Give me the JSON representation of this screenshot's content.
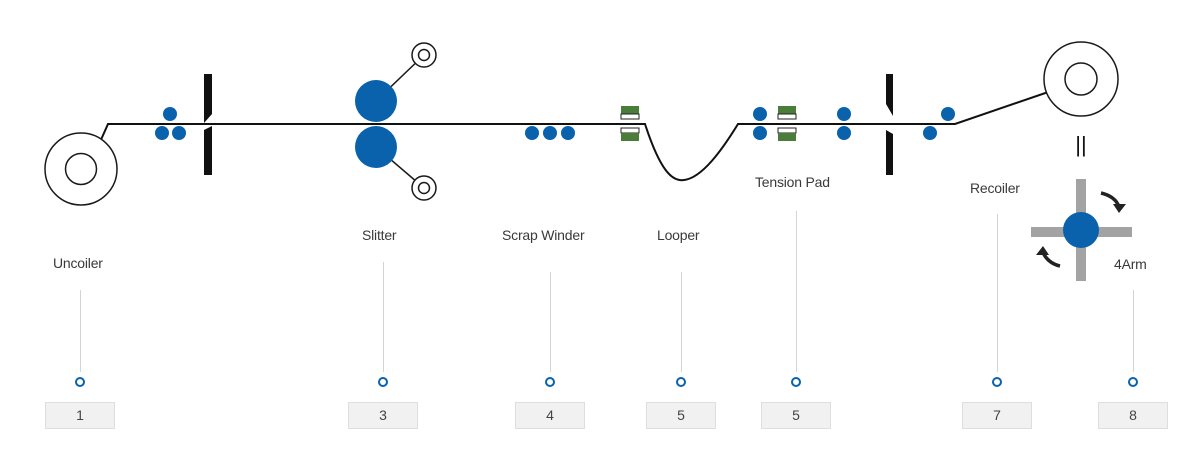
{
  "stations": [
    {
      "name": "Uncoiler",
      "number": "1"
    },
    {
      "name": "Slitter",
      "number": "3"
    },
    {
      "name": "Scrap Winder",
      "number": "4"
    },
    {
      "name": "Looper",
      "number": "5"
    },
    {
      "name": "Tension Pad",
      "number": "5"
    },
    {
      "name": "Recoiler",
      "number": "7"
    },
    {
      "name": "4Arm",
      "number": "8"
    }
  ],
  "recoiler_symbol": "||",
  "colors": {
    "roll_blue": "#0a62ad",
    "pad_green": "#4a7d3a",
    "strip_line": "#111111",
    "leader_line": "#d4d4d4",
    "box_fill": "#f1f1f1",
    "arm_gray": "#a3a3a3"
  }
}
